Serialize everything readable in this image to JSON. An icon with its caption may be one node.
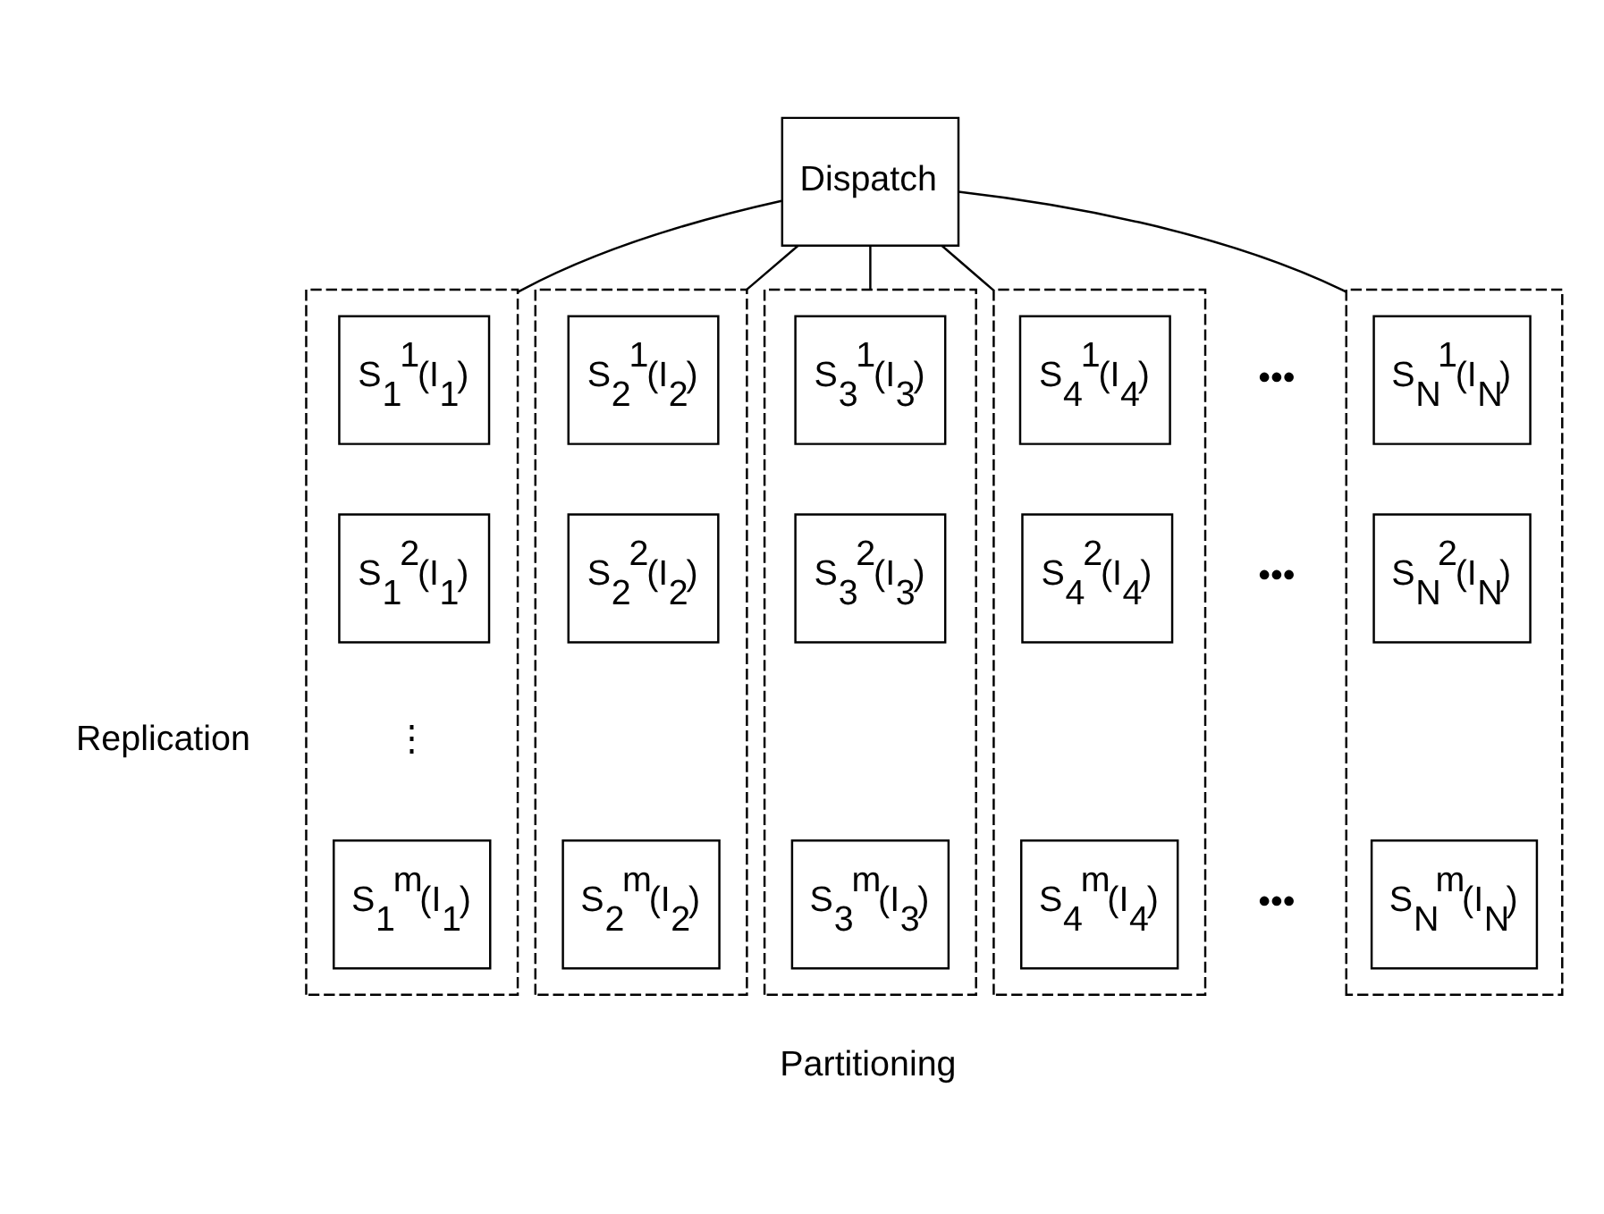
{
  "diagram": {
    "nodes": [
      {
        "text": [
          "Dispatch"
        ]
      },
      {
        "text": [],
        "shape": "box"
      },
      {
        "text": [
          "S$_{1}$$^{1}$(I$_{1}$)"
        ],
        "in": 1
      },
      {
        "text": [
          "S$_{1}$$^{2}$(I$_{1}$)"
        ],
        "in": 1
      },
      {
        "text": [
          "S$_{1}$$^{m}$(I$_{1}$)"
        ],
        "in": 1
      },
      {
        "text": [],
        "shape": "box"
      },
      {
        "text": [
          "S$_{2}$$^{1}$(I$_{2}$)"
        ],
        "in": 5
      },
      {
        "text": [
          "S$_{2}$$^{2}$(I$_{2}$)"
        ],
        "in": 5
      },
      {
        "text": [
          "S$_{2}$$^{m}$(I$_{2}$)"
        ],
        "in": 5
      },
      {
        "text": [],
        "shape": "box"
      },
      {
        "text": [
          "S$_{3}$$^{1}$(I$_{3}$)"
        ],
        "in": 9
      },
      {
        "text": [
          "S$_{3}$$^{2}$(I$_{3}$)"
        ],
        "in": 9
      },
      {
        "text": [
          "S$_{3}$$^{m}$(I$_{3}$)"
        ],
        "in": 9
      },
      {
        "text": [],
        "shape": "box"
      },
      {
        "text": [
          "S$_{4}$$^{1}$(I$_{4}$)"
        ],
        "in": 13
      },
      {
        "text": [
          "S$_{4}$$^{2}$(I$_{4}$)"
        ],
        "in": 13
      },
      {
        "text": [
          "S$_{4}$$^{m}$(I$_{4}$)"
        ],
        "in": 13
      },
      {
        "text": [],
        "shape": "box"
      },
      {
        "text": [
          "S$_{N}$$^{1}$(I$_{N}$)"
        ],
        "in": 17
      },
      {
        "text": [
          "S$_{N}$$^{2}$(I$_{N}$)"
        ],
        "in": 17
      },
      {
        "text": [
          "S$_{N}$$^{m}$(I$_{N}$)"
        ],
        "in": 17
      }
    ],
    "edges": [
      {
        "from": 0,
        "to": 1,
        "arrow": "none"
      },
      {
        "from": 0,
        "to": 5,
        "arrow": "none"
      },
      {
        "from": 0,
        "to": 9,
        "arrow": "none"
      },
      {
        "from": 0,
        "to": 13,
        "arrow": "none"
      },
      {
        "from": 0,
        "to": 17,
        "arrow": "none"
      }
    ],
    "labels": [
      "•••",
      "Replication",
      "•••",
      "⋮",
      "•••",
      "Partitioning"
    ]
  }
}
